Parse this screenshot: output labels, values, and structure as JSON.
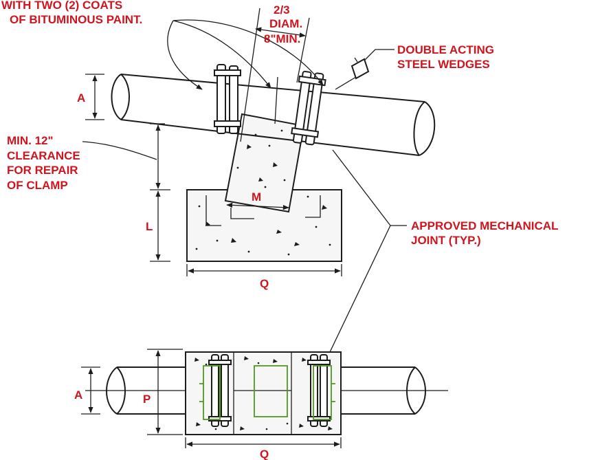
{
  "labels": {
    "coats_line1": "WITH TWO (2) COATS",
    "coats_line2": "OF BITUMINOUS PAINT.",
    "frac": "2/3",
    "diam": "DIAM.",
    "min8": "8\"MIN.",
    "wedges_line1": "DOUBLE ACTING",
    "wedges_line2": "STEEL WEDGES",
    "clearance_line1": "MIN. 12\"",
    "clearance_line2": "CLEARANCE",
    "clearance_line3": "FOR REPAIR",
    "clearance_line4": "OF CLAMP",
    "joint_line1": "APPROVED MECHANICAL",
    "joint_line2": "JOINT (TYP.)",
    "dim_a_elev": "A",
    "dim_l": "L",
    "dim_m": "M",
    "dim_q_elev": "Q",
    "dim_a_plan": "A",
    "dim_p": "P",
    "dim_q_plan": "Q"
  },
  "colors": {
    "label": "#d0141e",
    "line": "#1c1c1c",
    "clamp": "#4f9a1f",
    "concrete": "#f6f6f6"
  }
}
